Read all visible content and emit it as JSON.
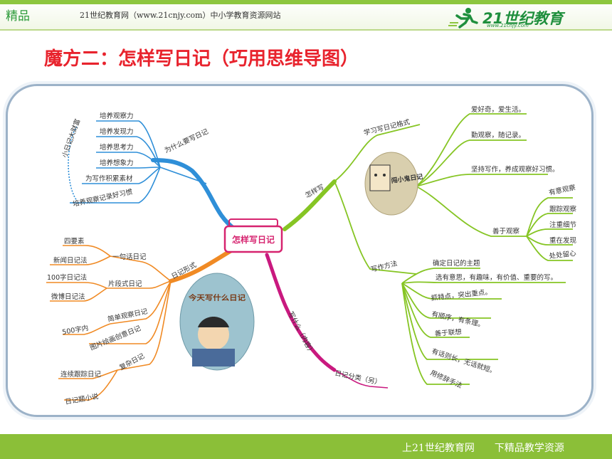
{
  "header": {
    "brand": "精品",
    "site": "21世纪教育网（www.21cnjy.com）中小学教育资源网站",
    "logo_text": "21世纪教育",
    "logo_url": "www.21cnjy.com"
  },
  "title": "魔方二：怎样写日记（巧用思维导图）",
  "mindmap": {
    "center": "怎样写日记",
    "branches": {
      "why": {
        "label": "为什么要写日记",
        "sub_group": "小日记大财富",
        "items": [
          "培养观察力",
          "培养发现力",
          "培养思考力",
          "培养想象力",
          "为写作积累素材",
          "培养观察记录好习惯"
        ]
      },
      "how": {
        "label": "怎样写",
        "bubble_text": "闯小鬼日记",
        "format": "学习写日记格式",
        "conditions": [
          "爱好奇，爱生活。",
          "勤观察，随记录。",
          "坚持写作，养成观察好习惯。"
        ],
        "observe": {
          "label": "善于观察",
          "items": [
            "有意观察",
            "跟踪观察",
            "注重细节",
            "重在发现",
            "处处留心"
          ]
        },
        "methods": {
          "label": "写作方法",
          "items": [
            "确定日记的主题",
            "选有意思，有趣味，有价值、重要的写。",
            "抓特点，突出重点。",
            "有顺序，有条理。",
            "善于联想",
            "有话则长，无话就短。",
            "用修辞手法"
          ]
        }
      },
      "forms": {
        "label": "日记形式",
        "book_text": "今天写什么日记",
        "groups": [
          {
            "label": "一句话日记",
            "items": [
              "四要素",
              "新闻日记法"
            ]
          },
          {
            "label": "片段式日记",
            "items": [
              "100字日记法",
              "微博日记法"
            ]
          },
          {
            "label": "简单观察日记",
            "items": [
              "500字内"
            ]
          },
          {
            "label": "图片绘画创意日记",
            "items": []
          },
          {
            "label": "复杂日记",
            "items": [
              "连续跟踪日记",
              "日记题小说"
            ]
          }
        ]
      },
      "content": {
        "label": "写什么（内容）",
        "items": [
          "日记分类（另）"
        ]
      }
    }
  },
  "footer": {
    "text": "上21世纪教育网　　下精品教学资源"
  },
  "colors": {
    "header_green": "#8dc63f",
    "title_red": "#e8232d",
    "why_blue": "#2f8fd8",
    "how_green": "#86c524",
    "forms_orange": "#f08a24",
    "content_magenta": "#c9197f",
    "center_pink": "#d6236f"
  }
}
